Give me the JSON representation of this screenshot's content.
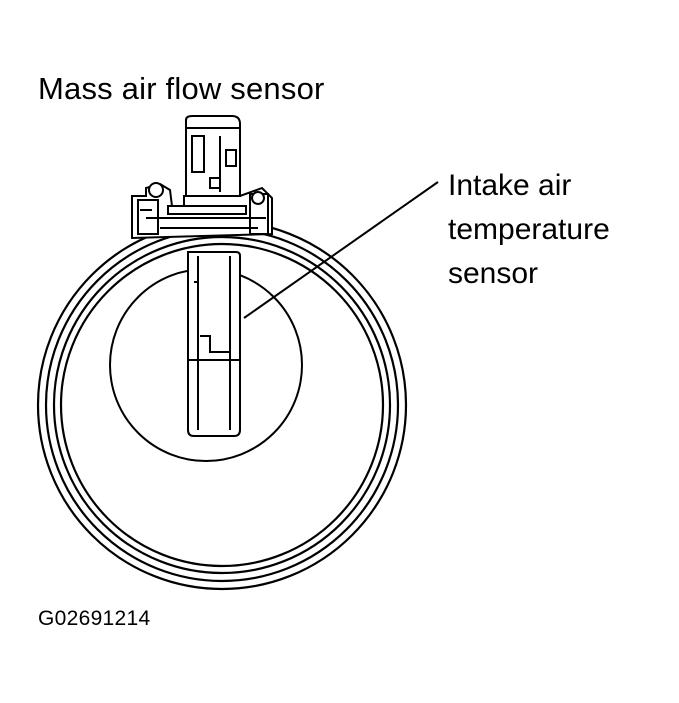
{
  "diagram": {
    "title": "Mass air flow sensor",
    "callout": {
      "lines": [
        "Intake air",
        "temperature",
        "sensor"
      ]
    },
    "figure_id": "G02691214"
  },
  "colors": {
    "ink": "#000000",
    "background": "#ffffff"
  }
}
